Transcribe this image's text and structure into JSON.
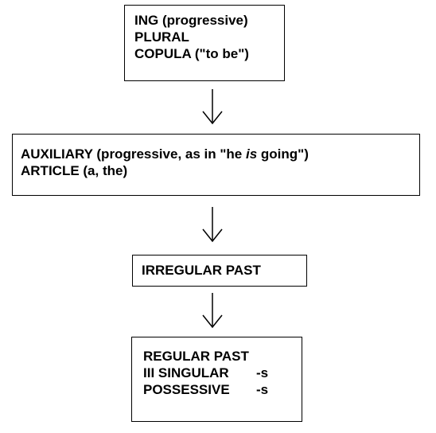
{
  "boxes": [
    {
      "lines": [
        "ING (progressive)",
        "PLURAL",
        "COPULA (\"to be\")"
      ]
    },
    {
      "lines": [
        {
          "before": "AUXILIARY (progressive, as in \"he ",
          "italic": "is",
          "after": " going\")"
        },
        "ARTICLE (a, the)"
      ]
    },
    {
      "lines": [
        "IRREGULAR PAST"
      ]
    },
    {
      "rows": [
        {
          "label": "REGULAR PAST",
          "suffix": ""
        },
        {
          "label": "III SINGULAR",
          "suffix": "-s"
        },
        {
          "label": "POSSESSIVE",
          "suffix": "-s"
        }
      ]
    }
  ]
}
